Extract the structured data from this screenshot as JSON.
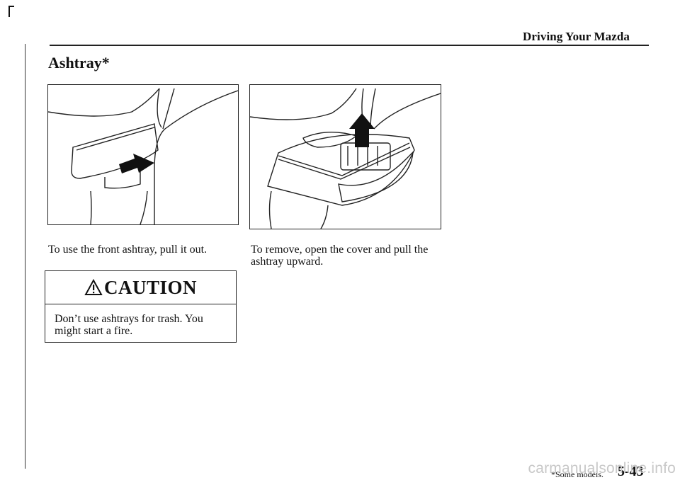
{
  "header": {
    "section_title": "Driving Your Mazda"
  },
  "section": {
    "heading": "Ashtray*"
  },
  "figures": [
    {
      "caption": "To use the front ashtray, pull it out."
    },
    {
      "caption_lines": [
        "To remove, open the cover and pull the",
        "ashtray upward."
      ]
    }
  ],
  "caution": {
    "title": "CAUTION",
    "text_lines": [
      "Don’t use ashtrays for trash. You",
      "might start a fire."
    ]
  },
  "footer": {
    "note": "*Some models.",
    "page_number": "5-43"
  },
  "watermark": "carmanualsonline.info"
}
